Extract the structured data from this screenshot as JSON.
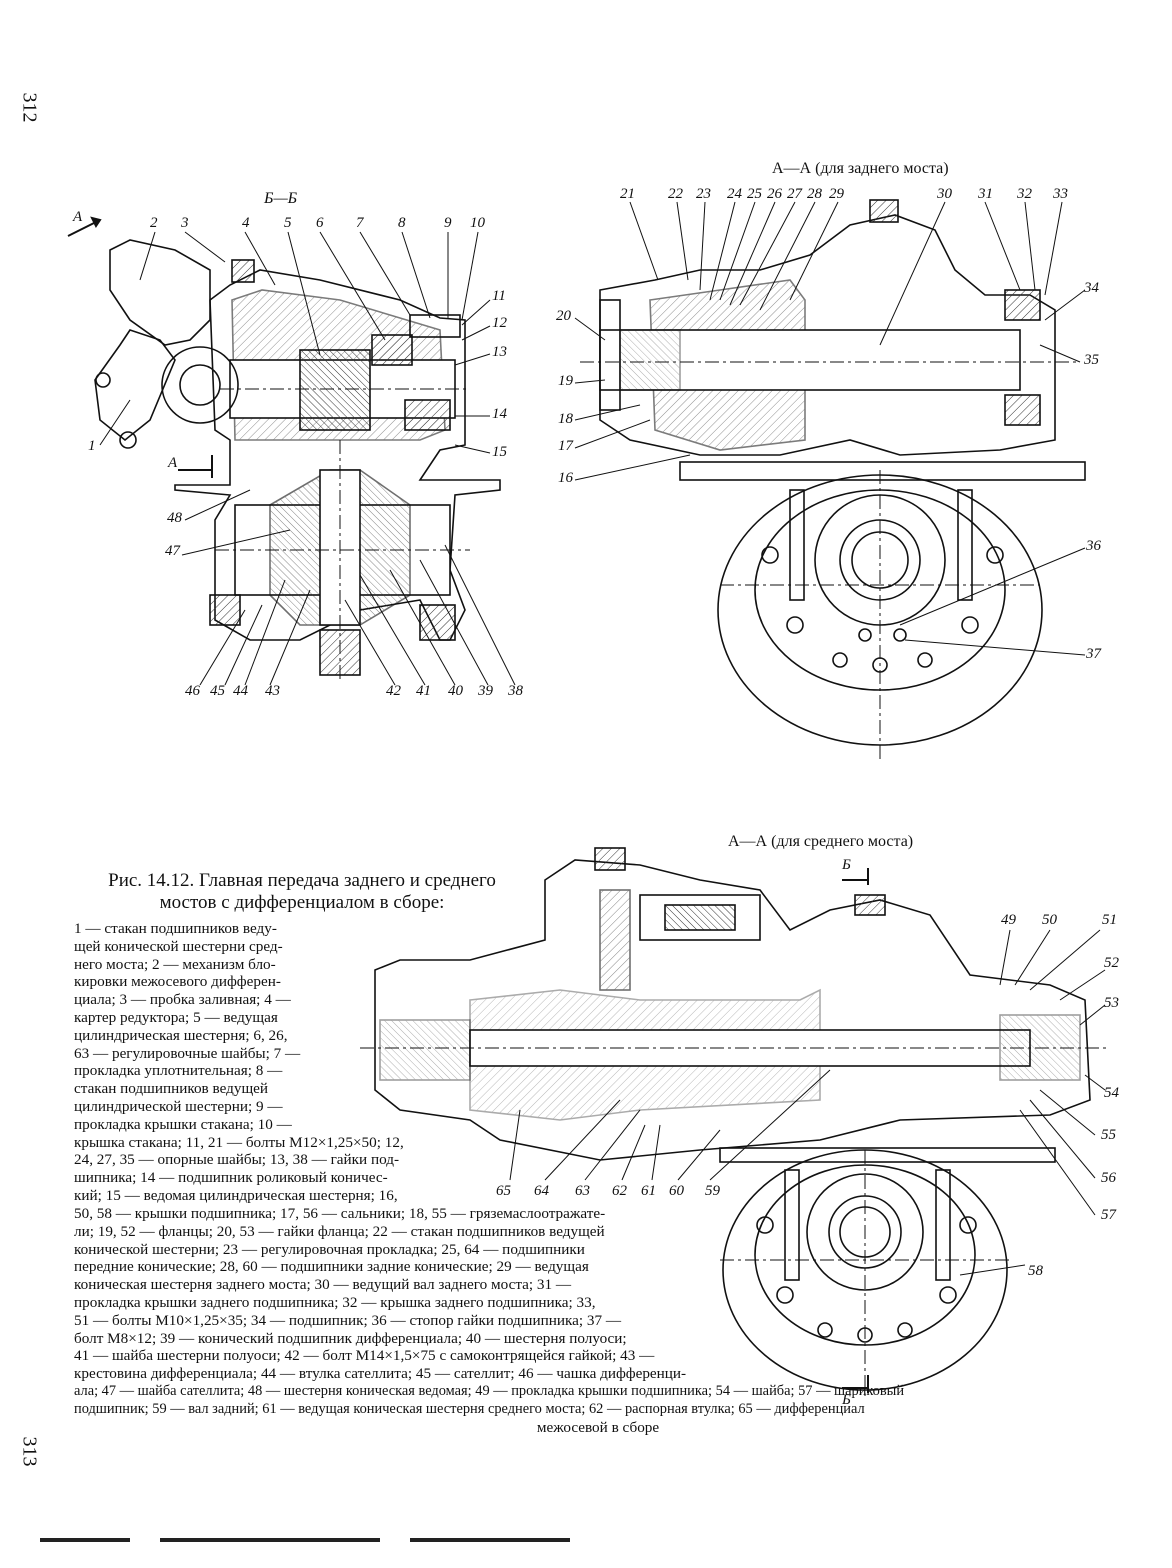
{
  "page_top": "312",
  "page_bottom": "313",
  "section_BB": "Б—Б",
  "section_AA_rear": "А—А (для заднего моста)",
  "section_AA_middle": "А—А (для среднего моста)",
  "cut_marks": {
    "A_top": "А",
    "A_mid": "А",
    "B_top": "Б",
    "B_bottom": "Б"
  },
  "figure_title_line1": "Рис. 14.12. Главная передача заднего и среднего",
  "figure_title_line2": "мостов с дифференциалом в сборе:",
  "left_labels": [
    "1",
    "2",
    "3",
    "4",
    "5",
    "6",
    "7",
    "8",
    "9",
    "10",
    "11",
    "12",
    "13",
    "14",
    "15",
    "38",
    "39",
    "40",
    "41",
    "42",
    "43",
    "44",
    "45",
    "46",
    "47",
    "48"
  ],
  "right_labels": [
    "16",
    "17",
    "18",
    "19",
    "20",
    "21",
    "22",
    "23",
    "24",
    "25",
    "26",
    "27",
    "28",
    "29",
    "30",
    "31",
    "32",
    "33",
    "34",
    "35",
    "36",
    "37"
  ],
  "bottom_labels": [
    "49",
    "50",
    "51",
    "52",
    "53",
    "54",
    "55",
    "56",
    "57",
    "58",
    "59",
    "60",
    "61",
    "62",
    "63",
    "64",
    "65"
  ],
  "legend": [
    "1 — стакан подшипников веду-",
    "щей конической шестерни сред-",
    "него моста; 2 — механизм бло-",
    "кировки межосевого дифферен-",
    "циала; 3 — пробка заливная; 4 —",
    "картер редуктора; 5 — ведущая",
    "цилиндрическая шестерня; 6, 26,",
    "63 — регулировочные шайбы; 7 —",
    "прокладка уплотнительная; 8 —",
    "стакан подшипников ведущей",
    "цилиндрической шестерни; 9 —",
    "прокладка крышки стакана; 10 —",
    "крышка стакана; 11, 21 — болты М12×1,25×50; 12,",
    "24, 27, 35 — опорные шайбы; 13, 38 — гайки под-",
    "шипника; 14 — подшипник роликовый коничес-",
    "кий; 15 — ведомая цилиндрическая шестерня; 16,",
    "50, 58 — крышки подшипника; 17, 56 — сальники; 18, 55 — гряземаслоотражате-",
    "ли; 19, 52 — фланцы; 20, 53 — гайки фланца; 22 — стакан подшипников ведущей",
    "конической шестерни; 23 — регулировочная прокладка; 25, 64 — подшипники",
    "передние конические; 28, 60 — подшипники задние конические; 29 — ведущая",
    "коническая шестерня заднего моста; 30 — ведущий вал заднего моста; 31 —",
    "прокладка крышки заднего подшипника; 32 — крышка заднего подшипника; 33,",
    "51 — болты М10×1,25×35; 34 — подшипник; 36 — стопор гайки подшипника; 37 —",
    "болт М8×12; 39 — конический подшипник дифференциала; 40 — шестерня полуоси;",
    "41 — шайба шестерни полуоси; 42 — болт М14×1,5×75 с самоконтрящейся гайкой; 43 —",
    "крестовина дифференциала; 44 — втулка сателлита; 45 — сателлит; 46 — чашка дифференци-",
    "ала; 47 — шайба сателлита; 48 — шестерня коническая ведомая; 49 — прокладка крышки подшипника; 54 — шайба; 57 — шариковый",
    "подшипник; 59 — вал задний; 61 — ведущая коническая шестерня среднего моста; 62 — распорная втулка; 65 — дифференциал",
    "межосевой в сборе"
  ]
}
